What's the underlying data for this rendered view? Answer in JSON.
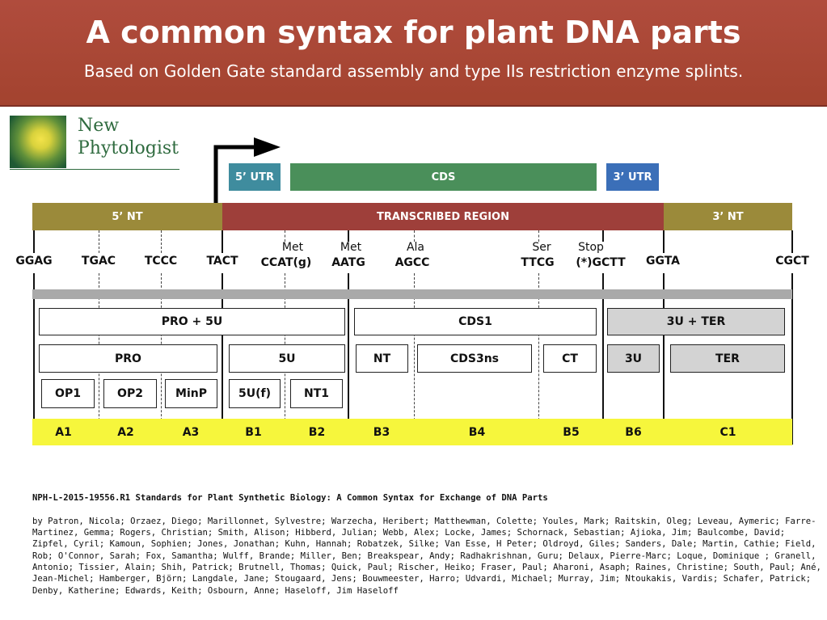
{
  "header": {
    "title": "A common syntax for plant DNA parts",
    "subtitle": "Based on Golden Gate standard assembly and type IIs restriction enzyme splints."
  },
  "logo": {
    "line1": "New",
    "line2": "Phytologist"
  },
  "regions": {
    "utr5": "5’ UTR",
    "cds": "CDS",
    "utr3": "3’ UTR",
    "nt5": "5’ NT",
    "transcribed": "TRANSCRIBED REGION",
    "nt3": "3’ NT"
  },
  "overhangs": [
    {
      "seq": "GGAG",
      "aa": ""
    },
    {
      "seq": "TGAC",
      "aa": ""
    },
    {
      "seq": "TCCC",
      "aa": ""
    },
    {
      "seq": "TACT",
      "aa": ""
    },
    {
      "seq": "CCAT(g)",
      "aa": "Met"
    },
    {
      "seq": "AATG",
      "aa": "Met"
    },
    {
      "seq": "AGCC",
      "aa": "Ala"
    },
    {
      "seq": "TTCG",
      "aa": "Ser"
    },
    {
      "seq": "(*)GCTT",
      "aa": "Stop"
    },
    {
      "seq": "GGTA",
      "aa": ""
    },
    {
      "seq": "CGCT",
      "aa": ""
    }
  ],
  "parts_row1": [
    "PRO + 5U",
    "CDS1",
    "3U + TER"
  ],
  "parts_row2": [
    "PRO",
    "5U",
    "NT",
    "CDS3ns",
    "CT",
    "3U",
    "TER"
  ],
  "parts_row3": [
    "OP1",
    "OP2",
    "MinP",
    "5U(f)",
    "NT1"
  ],
  "positions": [
    "A1",
    "A2",
    "A3",
    "B1",
    "B2",
    "B3",
    "B4",
    "B5",
    "B6",
    "C1"
  ],
  "citation": {
    "title": "NPH-L-2015-19556.R1 Standards for Plant Synthetic Biology: A Common Syntax for Exchange of DNA Parts",
    "authors": "by Patron, Nicola; Orzaez, Diego; Marillonnet, Sylvestre; Warzecha, Heribert; Matthewman, Colette; Youles, Mark; Raitskin, Oleg; Leveau, Aymeric; Farre-Martinez, Gemma; Rogers, Christian; Smith, Alison; Hibberd, Julian; Webb, Alex; Locke, James; Schornack, Sebastian; Ajioka, Jim; Baulcombe, David; Zipfel, Cyril; Kamoun, Sophien; Jones, Jonathan; Kuhn, Hannah; Robatzek, Silke; Van Esse, H Peter; Oldroyd, Giles; Sanders, Dale; Martin, Cathie; Field, Rob; O'Connor, Sarah; Fox, Samantha; Wulff, Brande; Miller, Ben; Breakspear, Andy; Radhakrishnan, Guru; Delaux, Pierre-Marc; Loque, Dominique ; Granell, Antonio; Tissier, Alain; Shih, Patrick; Brutnell, Thomas; Quick, Paul; Rischer, Heiko; Fraser, Paul; Aharoni, Asaph; Raines, Christine; South, Paul; Ané, Jean-Michel; Hamberger, Björn; Langdale, Jane; Stougaard, Jens; Bouwmeester, Harro; Udvardi, Michael; Murray, Jim; Ntoukakis, Vardis; Schafer, Patrick; Denby, Katherine; Edwards, Keith; Osbourn, Anne; Haseloff, Jim Haseloff"
  }
}
